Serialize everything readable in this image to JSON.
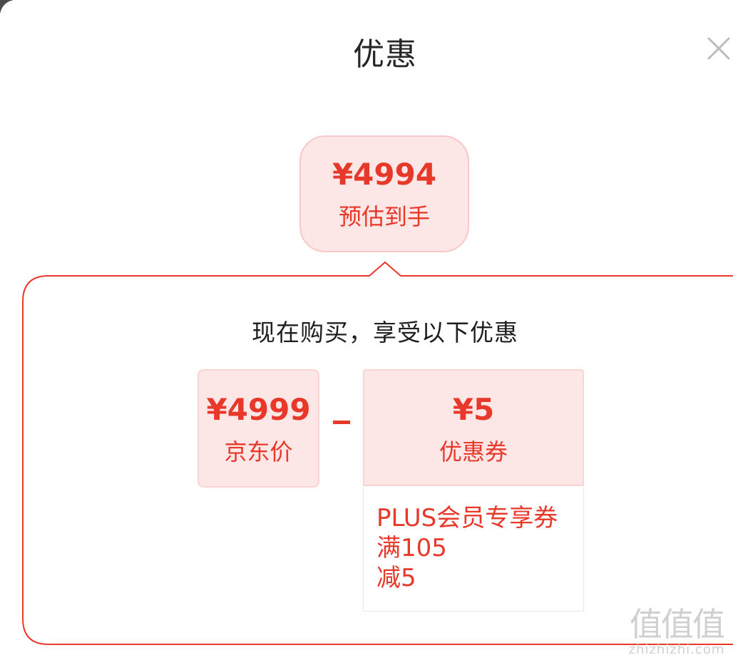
{
  "dialog": {
    "title": "优惠",
    "close_icon": "close-icon"
  },
  "estimate": {
    "price": "¥4994",
    "label": "预估到手"
  },
  "promo": {
    "headline": "现在购买，享受以下优惠",
    "jd_price": {
      "amount": "¥4999",
      "label": "京东价"
    },
    "operator": "minus",
    "coupon": {
      "amount": "¥5",
      "label": "优惠券",
      "detail_lines": [
        "PLUS会员专享券",
        "满105",
        "减5"
      ]
    }
  },
  "watermark": {
    "glyphs": "值值值",
    "url": "zhizhizhi.com"
  },
  "colors": {
    "accent": "#e8382a",
    "card_bg": "#fde6e6",
    "card_border": "#f9c9c9"
  }
}
